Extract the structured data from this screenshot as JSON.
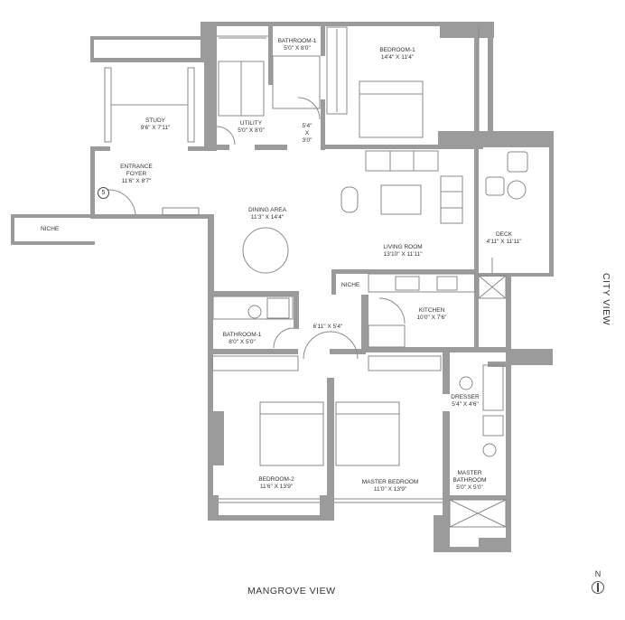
{
  "rooms": {
    "bathroom_top": {
      "name": "BATHROOM-1",
      "size": "5'0\" X 8'0\""
    },
    "bedroom1": {
      "name": "BEDROOM-1",
      "size": "14'4\" X 11'4\""
    },
    "study": {
      "name": "STUDY",
      "size": "9'6\" X 7'11\""
    },
    "utility": {
      "name": "UTILITY",
      "size": "5'0\" X 8'0\""
    },
    "passage_top": {
      "line1": "5'4\"",
      "line2": "X",
      "line3": "3'0\""
    },
    "foyer": {
      "name1": "ENTRANCE",
      "name2": "FOYER",
      "size": "11'6\" X 8'7\""
    },
    "dining": {
      "name": "DINING AREA",
      "size": "11'3\" X 14'4\""
    },
    "living": {
      "name": "LIVING ROOM",
      "size": "13'10\" X 11'11\""
    },
    "deck": {
      "name": "DECK",
      "size": "4'11\" X 11'11\""
    },
    "kitchen": {
      "name": "KITCHEN",
      "size": "10'0\" X 7'6\""
    },
    "bathroom_mid": {
      "name": "BATHROOM-1",
      "size": "8'0\" X 5'0\""
    },
    "passage_mid": {
      "size": "6'11\" X 5'4\""
    },
    "dresser": {
      "name": "DRESSER",
      "size": "5'4\" X 4'6\""
    },
    "bedroom2": {
      "name": "BEDROOM-2",
      "size": "11'6\" X 13'9\""
    },
    "master_bedroom": {
      "name": "MASTER BEDROOM",
      "size": "11'0\" X 13'9\""
    },
    "master_bathroom": {
      "name1": "MASTER",
      "name2": "BATHROOM",
      "size": "5'0\" X 5'0\""
    }
  },
  "niches": {
    "left": "NICHE",
    "kitchen": "NICHE"
  },
  "door_tag": "5",
  "views": {
    "bottom": "MANGROVE VIEW",
    "right": "CITY VIEW"
  },
  "compass": {
    "north": "N"
  },
  "colors": {
    "wall": "#9b9b9b",
    "furniture": "#555555",
    "line": "#8a8a8a"
  }
}
